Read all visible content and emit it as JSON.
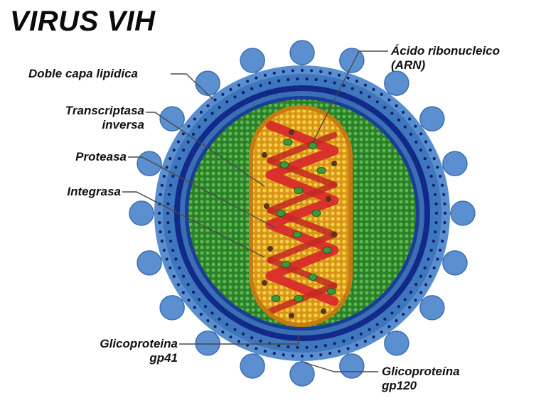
{
  "title": "VIRUS VIH",
  "labels": {
    "doble_capa": "Doble capa lipidica",
    "transcriptasa_1": "Transcriptasa",
    "transcriptasa_2": "inversa",
    "proteasa": "Proteasa",
    "integrasa": "Integrasa",
    "gp41_1": "Glicoproteina",
    "gp41_2": "gp41",
    "arn_1": "Ácido ribonucleico",
    "arn_2": "(ARN)",
    "gp120_1": "Glicoproteína",
    "gp120_2": "gp120"
  },
  "colors": {
    "envelope_blue": "#4f86c6",
    "envelope_dark": "#15308a",
    "knob_blue": "#5b8fd0",
    "matrix_green": "#2e8b2e",
    "capsid_orange": "#e0a020",
    "capsid_yellow": "#f0c83a",
    "rna_red": "#d8322a",
    "enzyme_green": "#3c9a3c",
    "leader_line": "#555555"
  }
}
